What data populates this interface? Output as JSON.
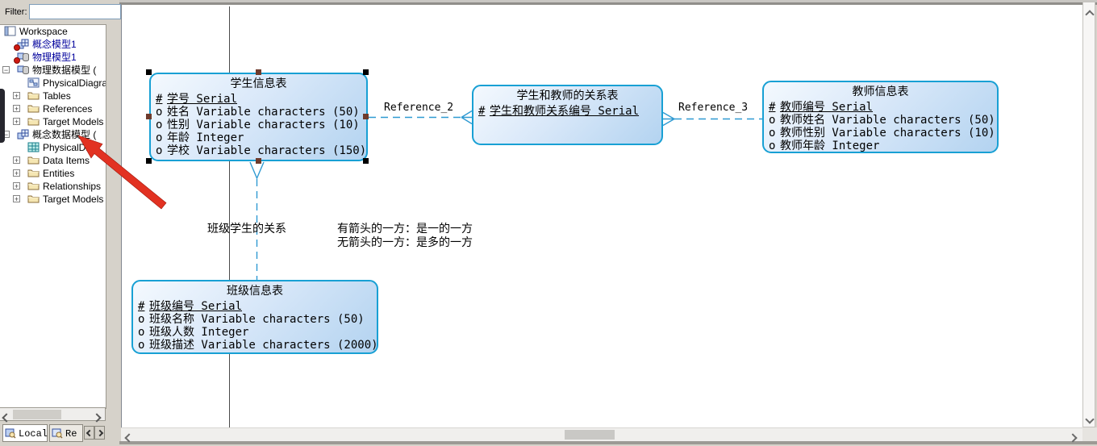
{
  "colors": {
    "entity-border": "#18a0d4",
    "entity-fill-light": "#f4f9fe",
    "entity-fill-dark": "#b3d3f0",
    "line": "#2f9ad2",
    "page-line": "#4a4a4a",
    "arrow": "#e23222",
    "tree-model-text": "#00009c",
    "dirty-dot": "#d11a12"
  },
  "sidebar": {
    "filter_label": "Filter:",
    "filter_value": "",
    "tree": [
      {
        "label": "Workspace",
        "depth": 0,
        "icon": "workspace-icon",
        "expander": "none"
      },
      {
        "label": "概念模型1",
        "depth": 1,
        "icon": "conceptual-model-icon",
        "expander": "none",
        "navy": true,
        "dirty": true
      },
      {
        "label": "物理模型1",
        "depth": 1,
        "icon": "physical-model-icon",
        "expander": "none",
        "navy": true,
        "dirty": true
      },
      {
        "label": "物理数据模型 (",
        "depth": 1,
        "icon": "physical-model-icon",
        "expander": "minus"
      },
      {
        "label": "PhysicalDiagra",
        "depth": 2,
        "icon": "physical-diagram-icon",
        "expander": "none"
      },
      {
        "label": "Tables",
        "depth": 2,
        "icon": "folder-icon",
        "expander": "plus"
      },
      {
        "label": "References",
        "depth": 2,
        "icon": "folder-icon",
        "expander": "plus"
      },
      {
        "label": "Target Models",
        "depth": 2,
        "icon": "folder-icon",
        "expander": "plus"
      },
      {
        "label": "概念数据模型 (",
        "depth": 1,
        "icon": "conceptual-model-icon",
        "expander": "minus"
      },
      {
        "label": "PhysicalDiag",
        "depth": 2,
        "icon": "conceptual-diagram-icon",
        "expander": "none"
      },
      {
        "label": "Data Items",
        "depth": 2,
        "icon": "folder-icon",
        "expander": "plus"
      },
      {
        "label": "Entities",
        "depth": 2,
        "icon": "folder-icon",
        "expander": "plus"
      },
      {
        "label": "Relationships",
        "depth": 2,
        "icon": "folder-icon",
        "expander": "plus"
      },
      {
        "label": "Target Models",
        "depth": 2,
        "icon": "folder-icon",
        "expander": "plus"
      }
    ],
    "tabs": [
      {
        "label": "Local",
        "active": true
      },
      {
        "label": "Re",
        "active": false
      }
    ]
  },
  "diagram": {
    "entities": [
      {
        "key": "student",
        "title": "学生信息表",
        "selected": true,
        "attributes": [
          {
            "marker": "#",
            "name": "学号",
            "type": "Serial",
            "pk": true
          },
          {
            "marker": "o",
            "name": "姓名",
            "type": "Variable characters (50)",
            "pk": false
          },
          {
            "marker": "o",
            "name": "性别",
            "type": "Variable characters (10)",
            "pk": false
          },
          {
            "marker": "o",
            "name": "年龄",
            "type": "Integer",
            "pk": false
          },
          {
            "marker": "o",
            "name": "学校",
            "type": "Variable characters (150)",
            "pk": false
          }
        ]
      },
      {
        "key": "relation",
        "title": "学生和教师的关系表",
        "selected": false,
        "attributes": [
          {
            "marker": "#",
            "name": "学生和教师关系编号",
            "type": "Serial",
            "pk": true
          }
        ]
      },
      {
        "key": "teacher",
        "title": "教师信息表",
        "selected": false,
        "attributes": [
          {
            "marker": "#",
            "name": "教师编号",
            "type": "Serial",
            "pk": true
          },
          {
            "marker": "o",
            "name": "教师姓名",
            "type": "Variable characters (50)",
            "pk": false
          },
          {
            "marker": "o",
            "name": "教师性别",
            "type": "Variable characters (10)",
            "pk": false
          },
          {
            "marker": "o",
            "name": "教师年龄",
            "type": "Integer",
            "pk": false
          }
        ]
      },
      {
        "key": "class",
        "title": "班级信息表",
        "selected": false,
        "attributes": [
          {
            "marker": "#",
            "name": "班级编号",
            "type": "Serial",
            "pk": true
          },
          {
            "marker": "o",
            "name": "班级名称",
            "type": "Variable characters (50)",
            "pk": false
          },
          {
            "marker": "o",
            "name": "班级人数",
            "type": "Integer",
            "pk": false
          },
          {
            "marker": "o",
            "name": "班级描述",
            "type": "Variable characters (2000)",
            "pk": false
          }
        ]
      }
    ],
    "references": [
      {
        "label": "Reference_2"
      },
      {
        "label": "Reference_3"
      },
      {
        "label": "班级学生的关系"
      }
    ],
    "annotation": {
      "line1": "有箭头的一方：是一的一方",
      "line2": "无箭头的一方：是多的一方"
    }
  }
}
